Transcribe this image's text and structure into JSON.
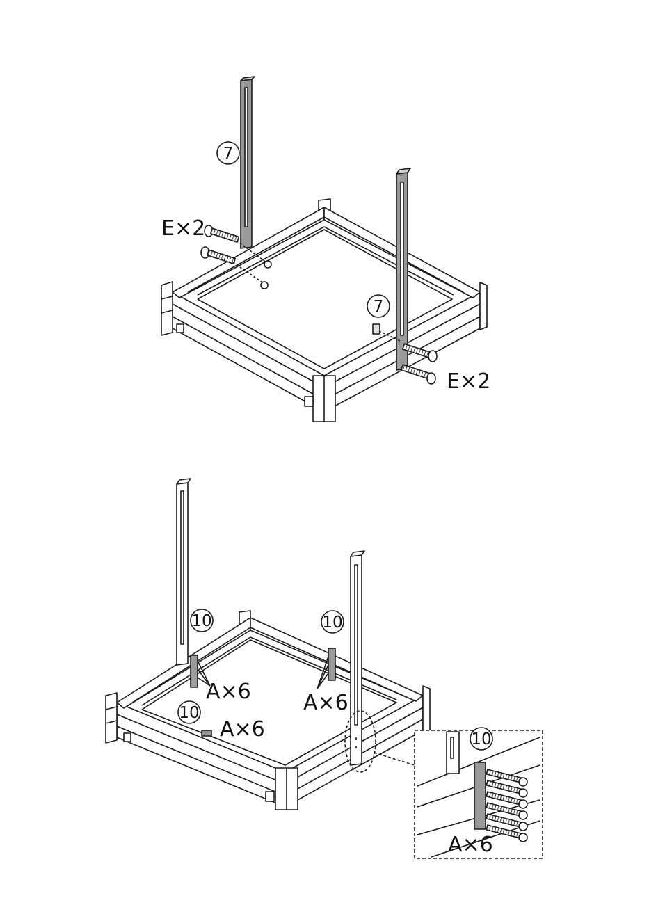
{
  "step1": {
    "part_post": "7",
    "part_bracket": "7",
    "bolt_left": "E×2",
    "bolt_right": "E×2"
  },
  "step2": {
    "part_left": "10",
    "part_right": "10",
    "part_front": "10",
    "screws_left": "A×6",
    "screws_right": "A×6",
    "screws_front": "A×6"
  },
  "detail": {
    "part": "10",
    "screws": "A×6"
  },
  "colors": {
    "line": "#1a1a1a",
    "metal": "#9a9a9a",
    "metal_dark": "#7a7a7a",
    "paper": "#ffffff"
  }
}
